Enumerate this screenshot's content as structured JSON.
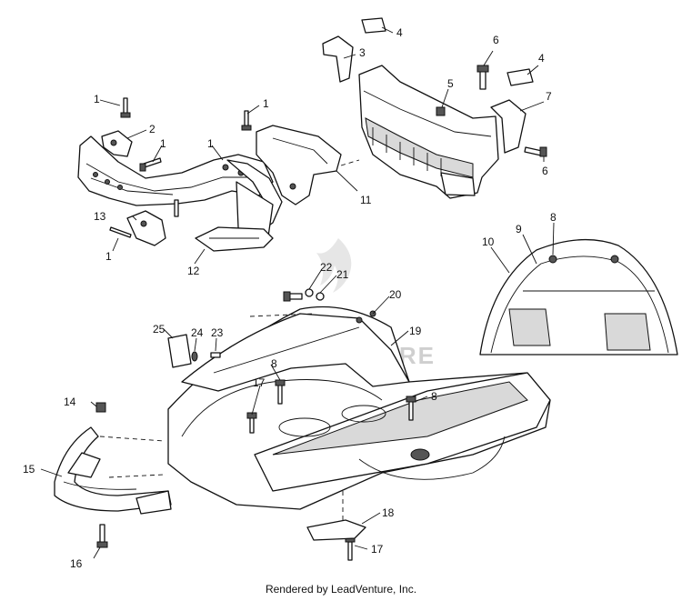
{
  "diagram": {
    "callouts": [
      "1",
      "1",
      "1",
      "1",
      "1",
      "2",
      "3",
      "4",
      "4",
      "5",
      "6",
      "6",
      "7",
      "8",
      "8",
      "8",
      "9",
      "10",
      "11",
      "12",
      "13",
      "14",
      "15",
      "16",
      "17",
      "17",
      "18",
      "19",
      "20",
      "21",
      "22",
      "23",
      "24",
      "25"
    ],
    "watermark": "LEADVENTURE",
    "footer": "Rendered by LeadVenture, Inc."
  }
}
